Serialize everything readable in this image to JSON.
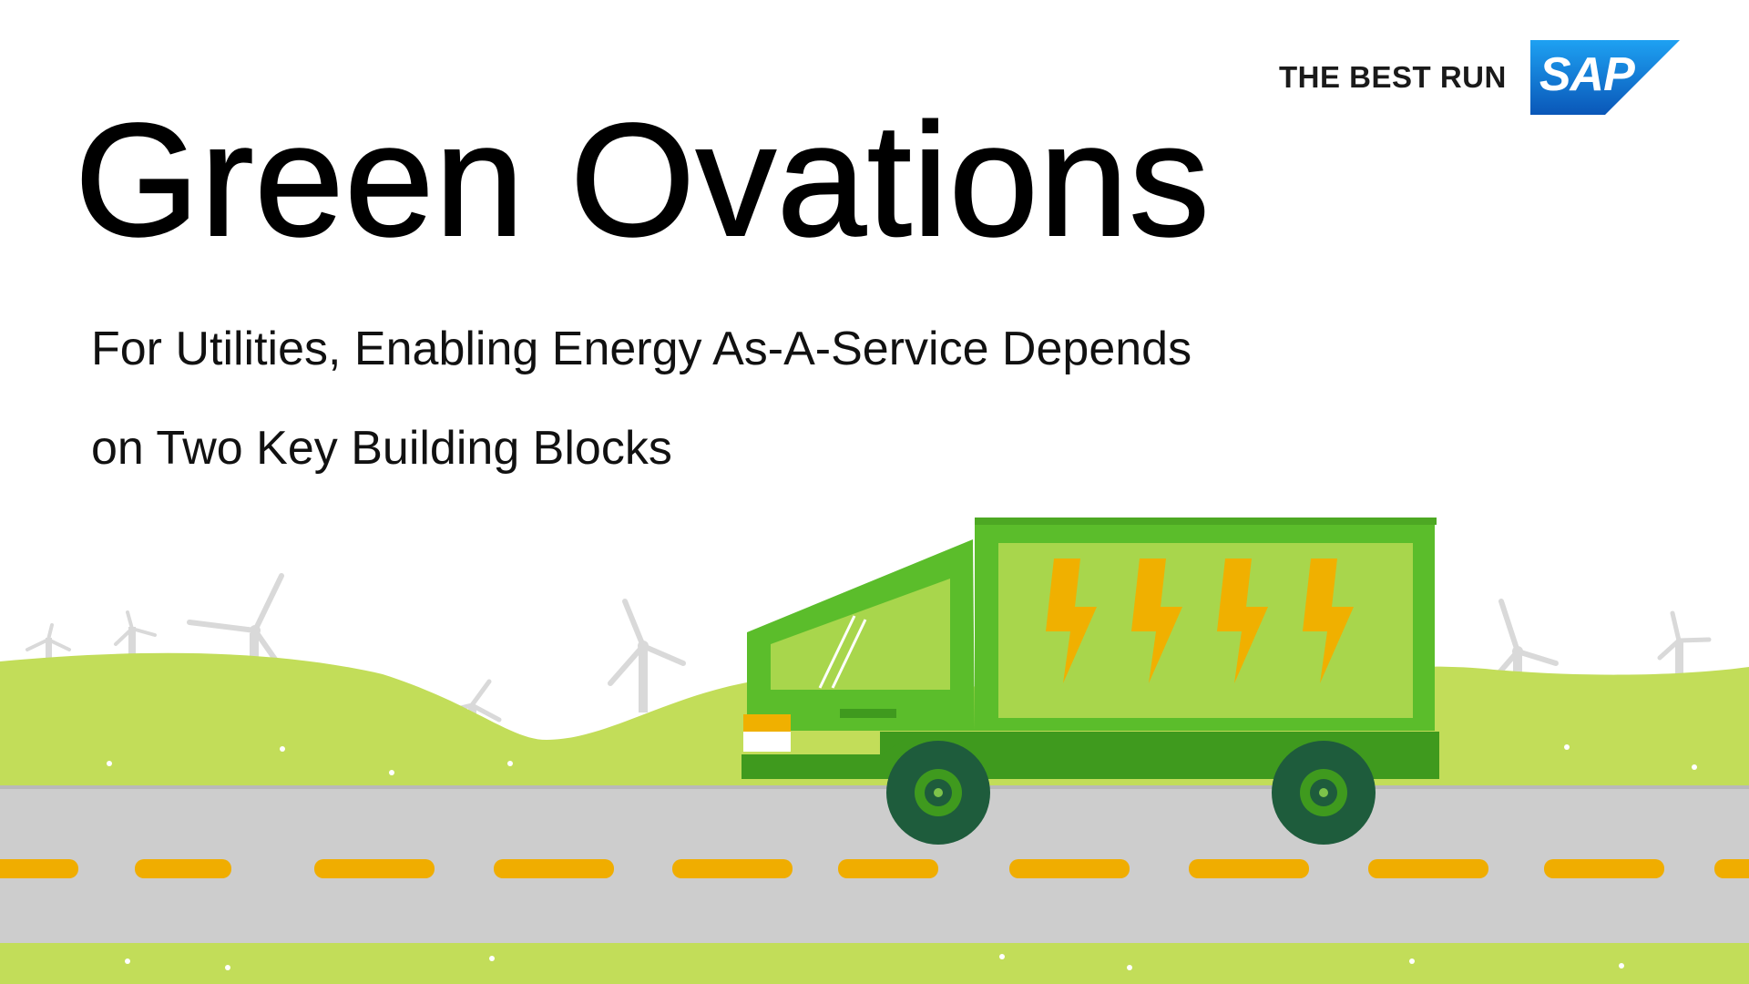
{
  "title": "Green Ovations",
  "subtitle": {
    "line1": "For Utilities, Enabling Energy As-A-Service Depends",
    "line2": "on Two Key Building Blocks"
  },
  "brand": {
    "tagline": "THE BEST RUN",
    "logo_text": "SAP"
  },
  "colors": {
    "hills": "#c2dd59",
    "road": "#cdcdcd",
    "road_markings": "#f0ad00",
    "truck_body": "#5bbd2b",
    "truck_panel": "#a8d64c",
    "lightning": "#f0b000",
    "wheel": "#1e5c3c",
    "turbine": "#d9d9d9",
    "sap_blue": "#0a6ed1"
  },
  "icons": [
    "wind-turbine-icon",
    "lightning-bolt-icon",
    "truck-icon",
    "sap-logo"
  ]
}
